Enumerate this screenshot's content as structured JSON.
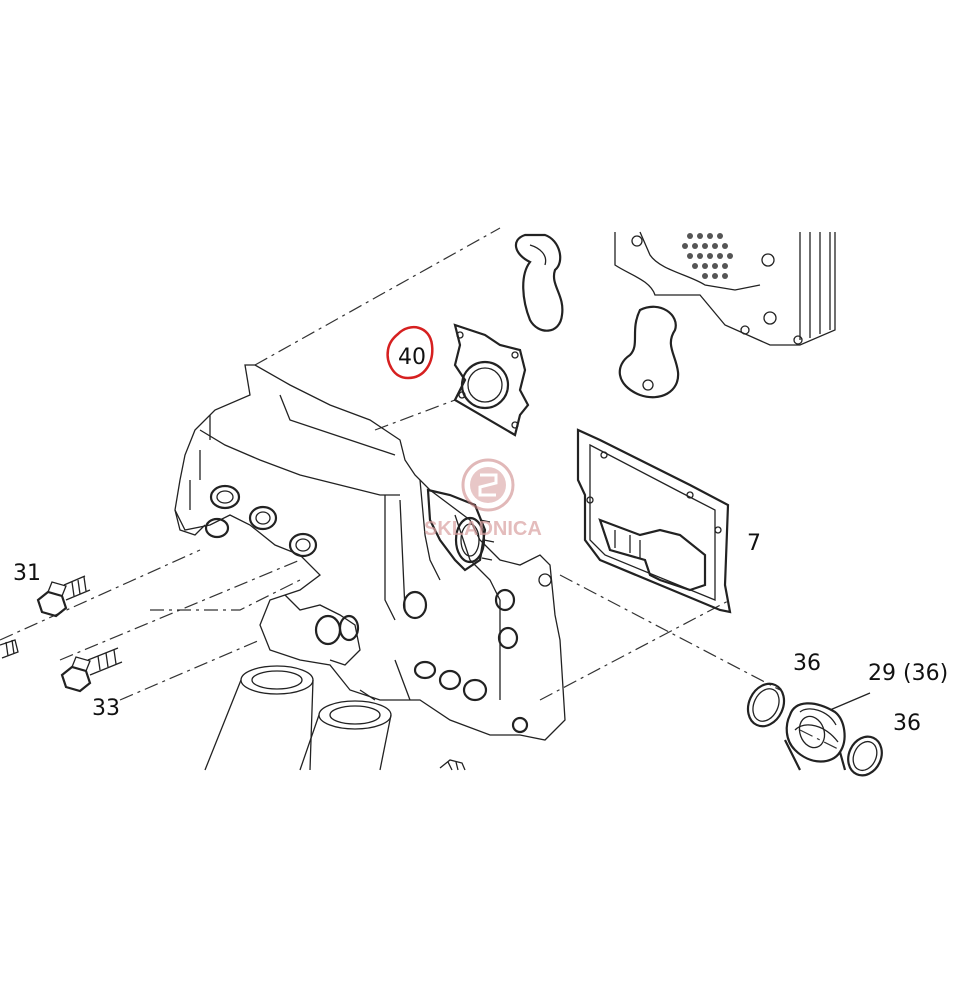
{
  "diagram": {
    "callouts": [
      {
        "id": "40",
        "text": "40"
      },
      {
        "id": "7",
        "text": "7"
      },
      {
        "id": "31",
        "text": "31"
      },
      {
        "id": "33",
        "text": "33"
      },
      {
        "id": "36a",
        "text": "36"
      },
      {
        "id": "29",
        "text": "29 (36)"
      },
      {
        "id": "36b",
        "text": "36"
      }
    ],
    "highlight_color": "#d62020",
    "watermark": {
      "text": "SKLADNICA",
      "color": "#d9a0a0"
    }
  }
}
